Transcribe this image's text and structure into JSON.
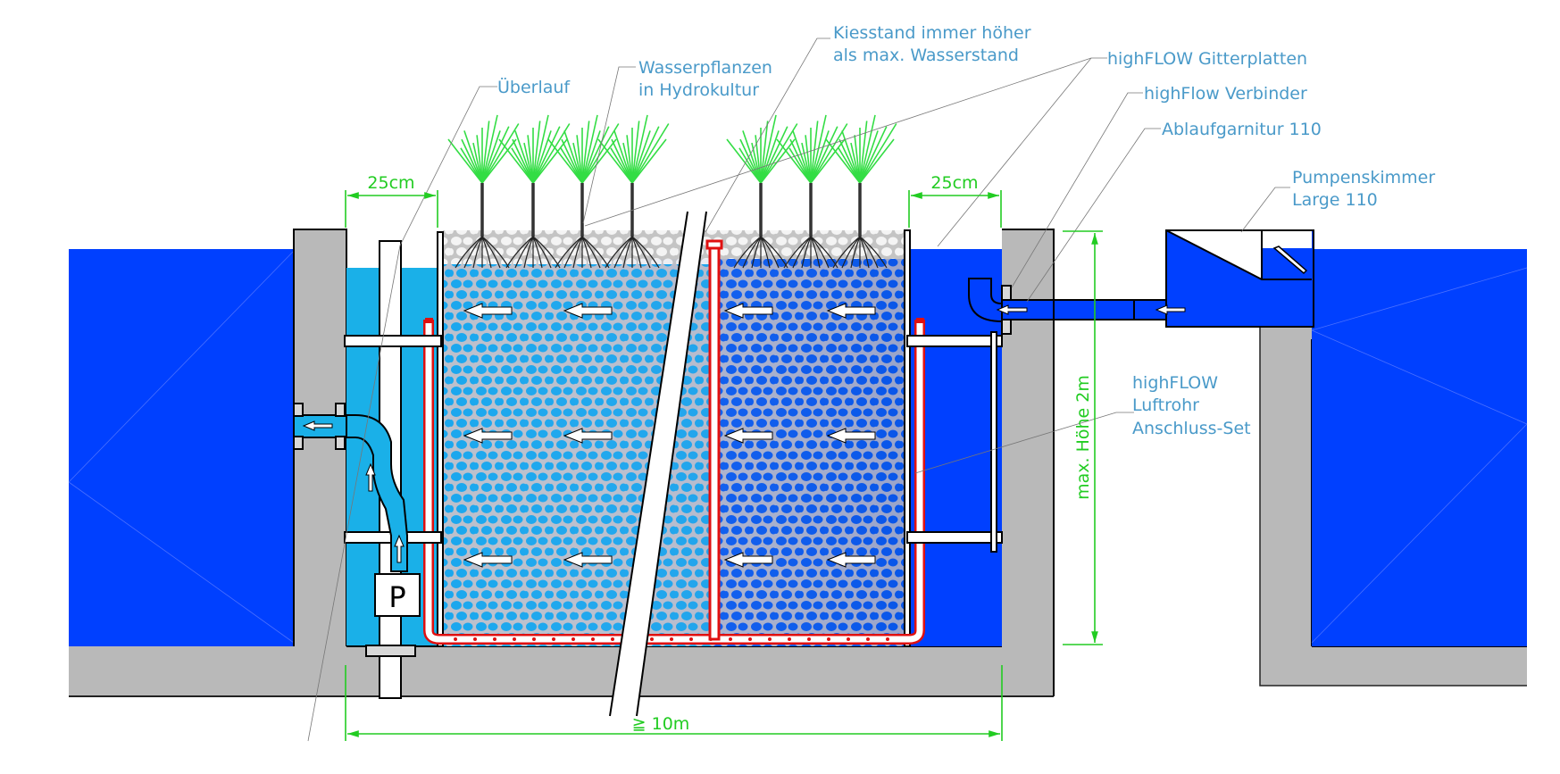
{
  "title": "Pflanzenfilter / Kiesfilter Querschnitt",
  "colors": {
    "pond_water": "#0040ff",
    "chamber_water": "#1ab0e8",
    "filter_water_left": "#1aa7ee",
    "filter_water_right": "#0a5cf0",
    "concrete": "#b9b9b9",
    "plant_green": "#33dd44",
    "dimension_green": "#22cc22",
    "label_blue": "#4a9ac9",
    "air_pipe_red": "#e01010"
  },
  "labels": {
    "ueberlauf": "Überlauf",
    "wasserpflanzen_1": "Wasserpflanzen",
    "wasserpflanzen_2": "in Hydrokultur",
    "kiesstand_1": "Kiesstand immer höher",
    "kiesstand_2": "als max. Wasserstand",
    "gitterplatten": "highFLOW Gitterplatten",
    "verbinder": "highFlow Verbinder",
    "ablaufgarnitur": "Ablaufgarnitur 110",
    "pumpenskimmer_1": "Pumpenskimmer",
    "pumpenskimmer_2": "Large 110",
    "luftrohr_1": "highFLOW",
    "luftrohr_2": "Luftrohr",
    "luftrohr_3": "Anschluss-Set"
  },
  "dimensions": {
    "left_gap": "25cm",
    "right_gap": "25cm",
    "max_height": "max. Höhe 2m",
    "total_length": "≧ 10m"
  },
  "pump_label": "P"
}
